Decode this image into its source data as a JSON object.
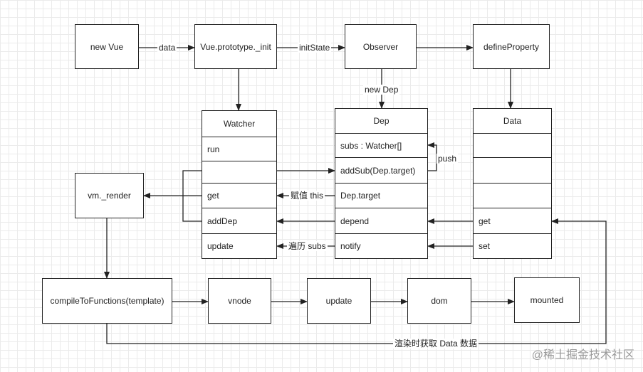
{
  "nodes": {
    "new_vue": "new Vue",
    "vue_init": "Vue.prototype._init",
    "observer": "Observer",
    "define_property": "defineProperty",
    "vm_render": "vm._render",
    "compile": "compileToFunctions(template)",
    "vnode": "vnode",
    "update": "update",
    "dom": "dom",
    "mounted": "mounted"
  },
  "watcher": {
    "title": "Watcher",
    "rows": [
      "run",
      "",
      "get",
      "addDep",
      "update"
    ]
  },
  "dep": {
    "title": "Dep",
    "rows": [
      "subs : Watcher[]",
      "addSub(Dep.target)",
      "Dep.target",
      "depend",
      "notify"
    ]
  },
  "data_table": {
    "title": "Data",
    "rows": [
      "",
      "",
      "",
      "get",
      "set"
    ]
  },
  "edge_labels": {
    "data": "data",
    "init_state": "initState",
    "new_dep": "new Dep",
    "push": "push",
    "assign_this": "赋值 this",
    "traverse_subs": "遍历 subs",
    "render_get_data": "渲染时获取 Data 数据"
  },
  "watermark": "@稀土掘金技术社区"
}
